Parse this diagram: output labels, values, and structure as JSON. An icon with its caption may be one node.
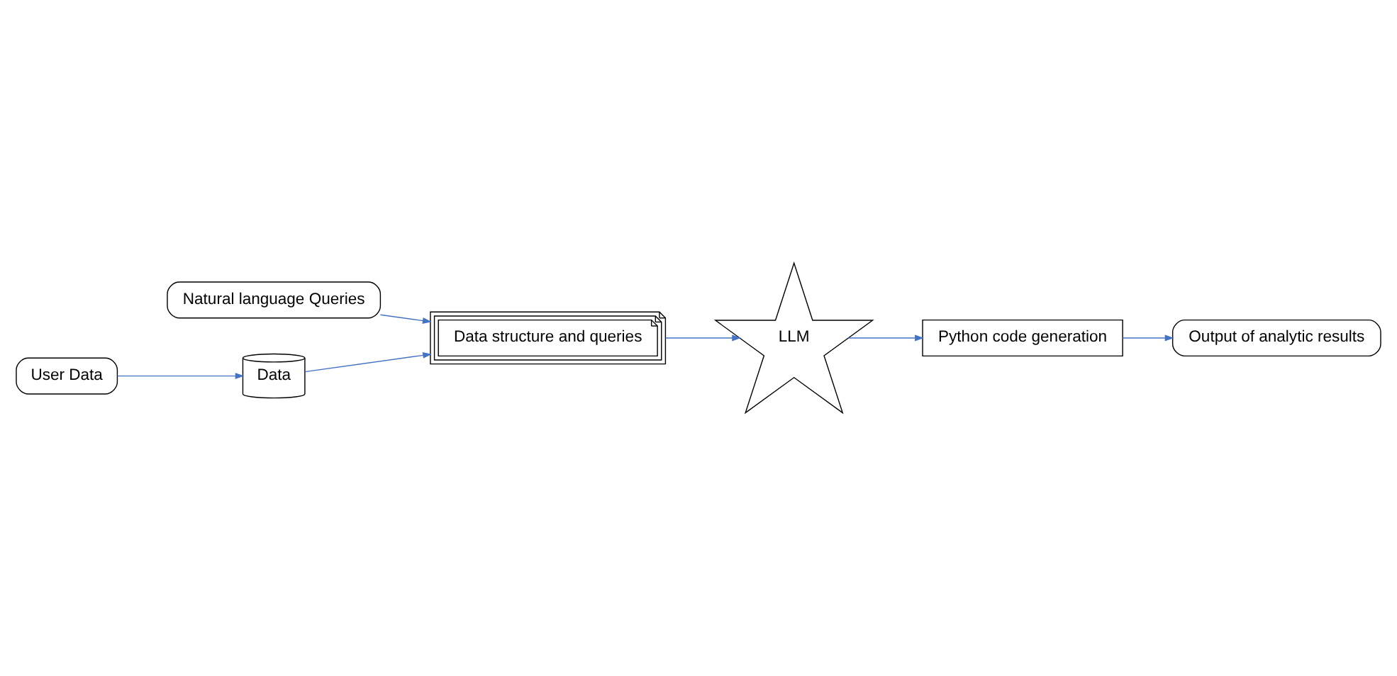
{
  "diagram": {
    "nodes": [
      {
        "text": [
          "Data structure and queries"
        ]
      },
      {
        "text": [
          "Natural language Queries"
        ]
      },
      {
        "text": [
          "Data"
        ]
      },
      {
        "text": [
          "LLM"
        ]
      },
      {
        "text": [
          "Python code generation"
        ]
      },
      {
        "text": [
          "Output of analytic results"
        ]
      },
      {
        "text": [
          "User Data"
        ]
      }
    ],
    "edges": [
      {
        "from": 2,
        "to": 0,
        "arrow": "to"
      },
      {
        "from": 1,
        "to": 0,
        "arrow": "to"
      },
      {
        "from": 0,
        "to": 3,
        "arrow": "to"
      },
      {
        "from": 3,
        "to": 4,
        "arrow": "to"
      },
      {
        "from": 4,
        "to": 5,
        "arrow": "to"
      },
      {
        "from": 6,
        "to": 2,
        "arrow": "to"
      }
    ]
  }
}
